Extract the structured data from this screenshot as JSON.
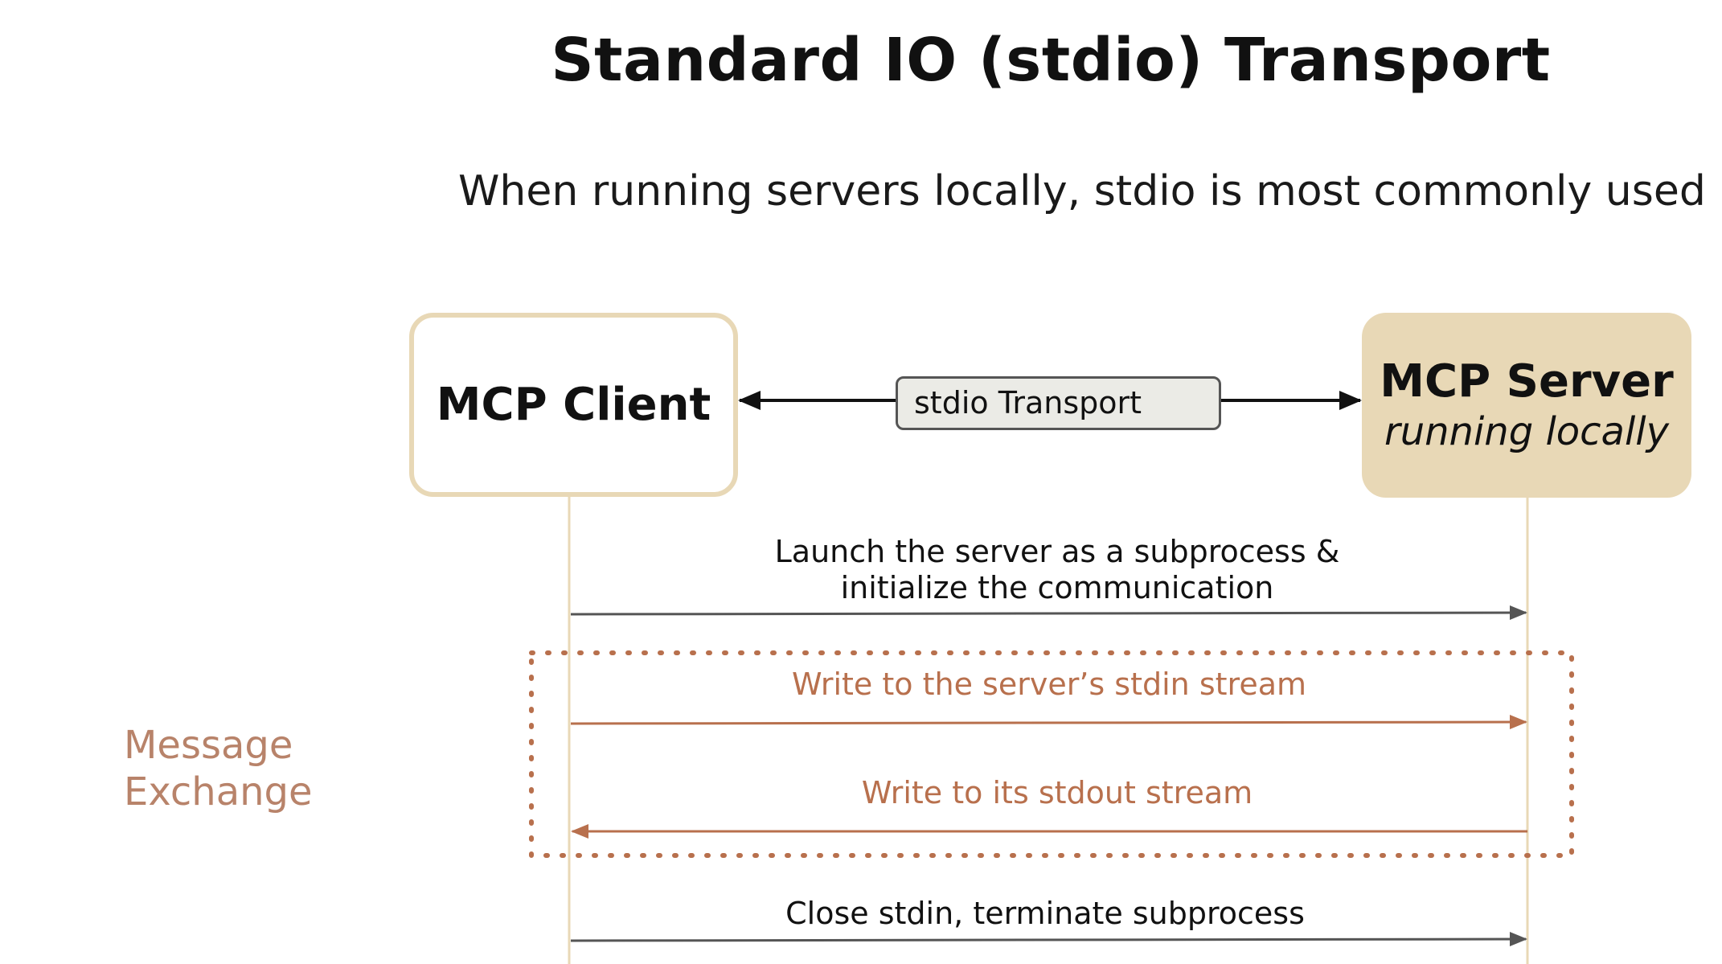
{
  "title": "Standard IO (stdio) Transport",
  "subtitle": "When running servers locally, stdio is most commonly used",
  "client": {
    "label": "MCP Client"
  },
  "server": {
    "label": "MCP Server",
    "sublabel": "running locally"
  },
  "transport": {
    "label": "stdio Transport"
  },
  "messages": {
    "launch_line1": "Launch the server as a subprocess &",
    "launch_line2": "initialize the communication",
    "write_stdin": "Write to the server’s stdin stream",
    "write_stdout": "Write to its stdout stream",
    "close": "Close stdin, terminate subprocess"
  },
  "section": {
    "line1": "Message",
    "line2": "Exchange"
  },
  "colors": {
    "box_beige": "#e8d8b6",
    "accent_rust": "#b8704d",
    "section_text": "#b8836a",
    "pill_bg": "#ebebe6"
  }
}
